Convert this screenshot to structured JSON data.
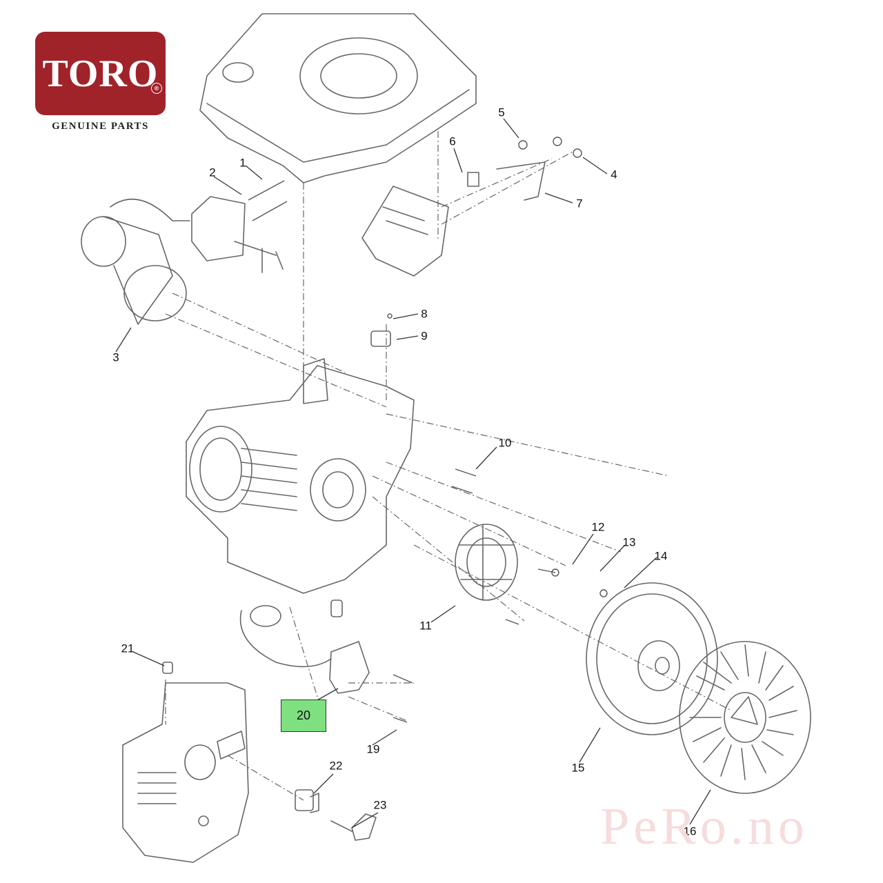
{
  "brand": {
    "logo_text": "TORO",
    "registered_mark": "®",
    "tagline": "GENUINE PARTS"
  },
  "diagram": {
    "callouts": [
      {
        "id": "c1",
        "label": "1"
      },
      {
        "id": "c2",
        "label": "2"
      },
      {
        "id": "c3",
        "label": "3"
      },
      {
        "id": "c4",
        "label": "4"
      },
      {
        "id": "c5",
        "label": "5"
      },
      {
        "id": "c6",
        "label": "6"
      },
      {
        "id": "c7",
        "label": "7"
      },
      {
        "id": "c8",
        "label": "8"
      },
      {
        "id": "c9",
        "label": "9"
      },
      {
        "id": "c10",
        "label": "10"
      },
      {
        "id": "c11",
        "label": "11"
      },
      {
        "id": "c12",
        "label": "12"
      },
      {
        "id": "c13",
        "label": "13"
      },
      {
        "id": "c14",
        "label": "14"
      },
      {
        "id": "c15",
        "label": "15"
      },
      {
        "id": "c16",
        "label": "16"
      },
      {
        "id": "c19",
        "label": "19"
      },
      {
        "id": "c21",
        "label": "21"
      },
      {
        "id": "c22",
        "label": "22"
      },
      {
        "id": "c23",
        "label": "23"
      }
    ],
    "highlighted_part": {
      "label": "20",
      "color": "#7ee081"
    }
  },
  "watermark": "PeRo.no",
  "colors": {
    "brand_red": "#a0232a",
    "line": "#555555"
  }
}
